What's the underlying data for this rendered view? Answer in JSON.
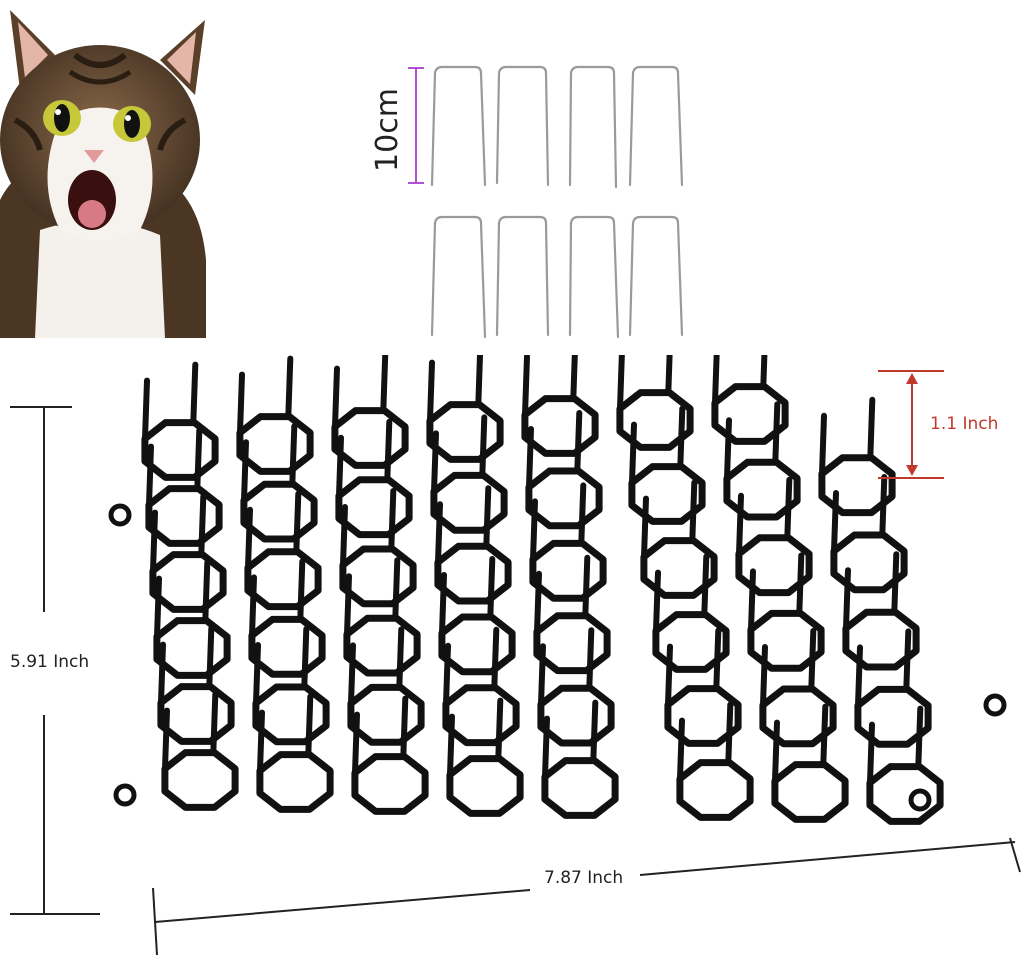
{
  "dimensions": {
    "stake_length": "10cm",
    "spike_height": "1.1 Inch",
    "mat_height": "5.91 Inch",
    "mat_width": "7.87 Inch"
  },
  "colors": {
    "mat": "#111111",
    "stake": "#9a9a9a",
    "stake_dimension": "#b44fd0",
    "spike_dimension": "#c0392b",
    "dimension_line": "#222222"
  },
  "figures": {
    "cat": "cat-photo",
    "stakes": "garden-stakes",
    "mat": "spike-mat"
  }
}
